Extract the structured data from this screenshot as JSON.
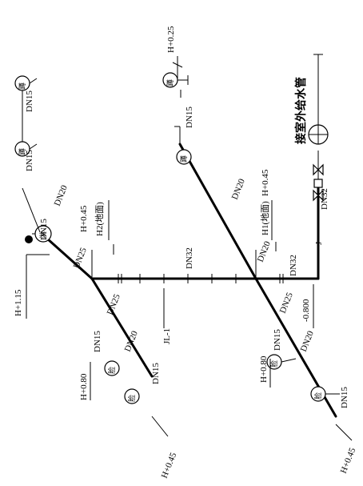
{
  "labels": {
    "inlet": "接室外给水管",
    "jl": "JL-1",
    "j": "J",
    "h1": "H1(地面)",
    "h2": "H2(地面)",
    "h_045": "H+0.45",
    "h_080": "H+0.80",
    "h_115": "H+1.15",
    "h_025": "H+0.25",
    "h_0800": "-0.800",
    "h_floor_045": "H+0.45",
    "dn15": "DN15",
    "dn20": "DN20",
    "dn25": "DN25",
    "dn32": "DN32",
    "basin": "脸",
    "shower": "淋",
    "wc": "蹲",
    "valve_j": "J"
  }
}
